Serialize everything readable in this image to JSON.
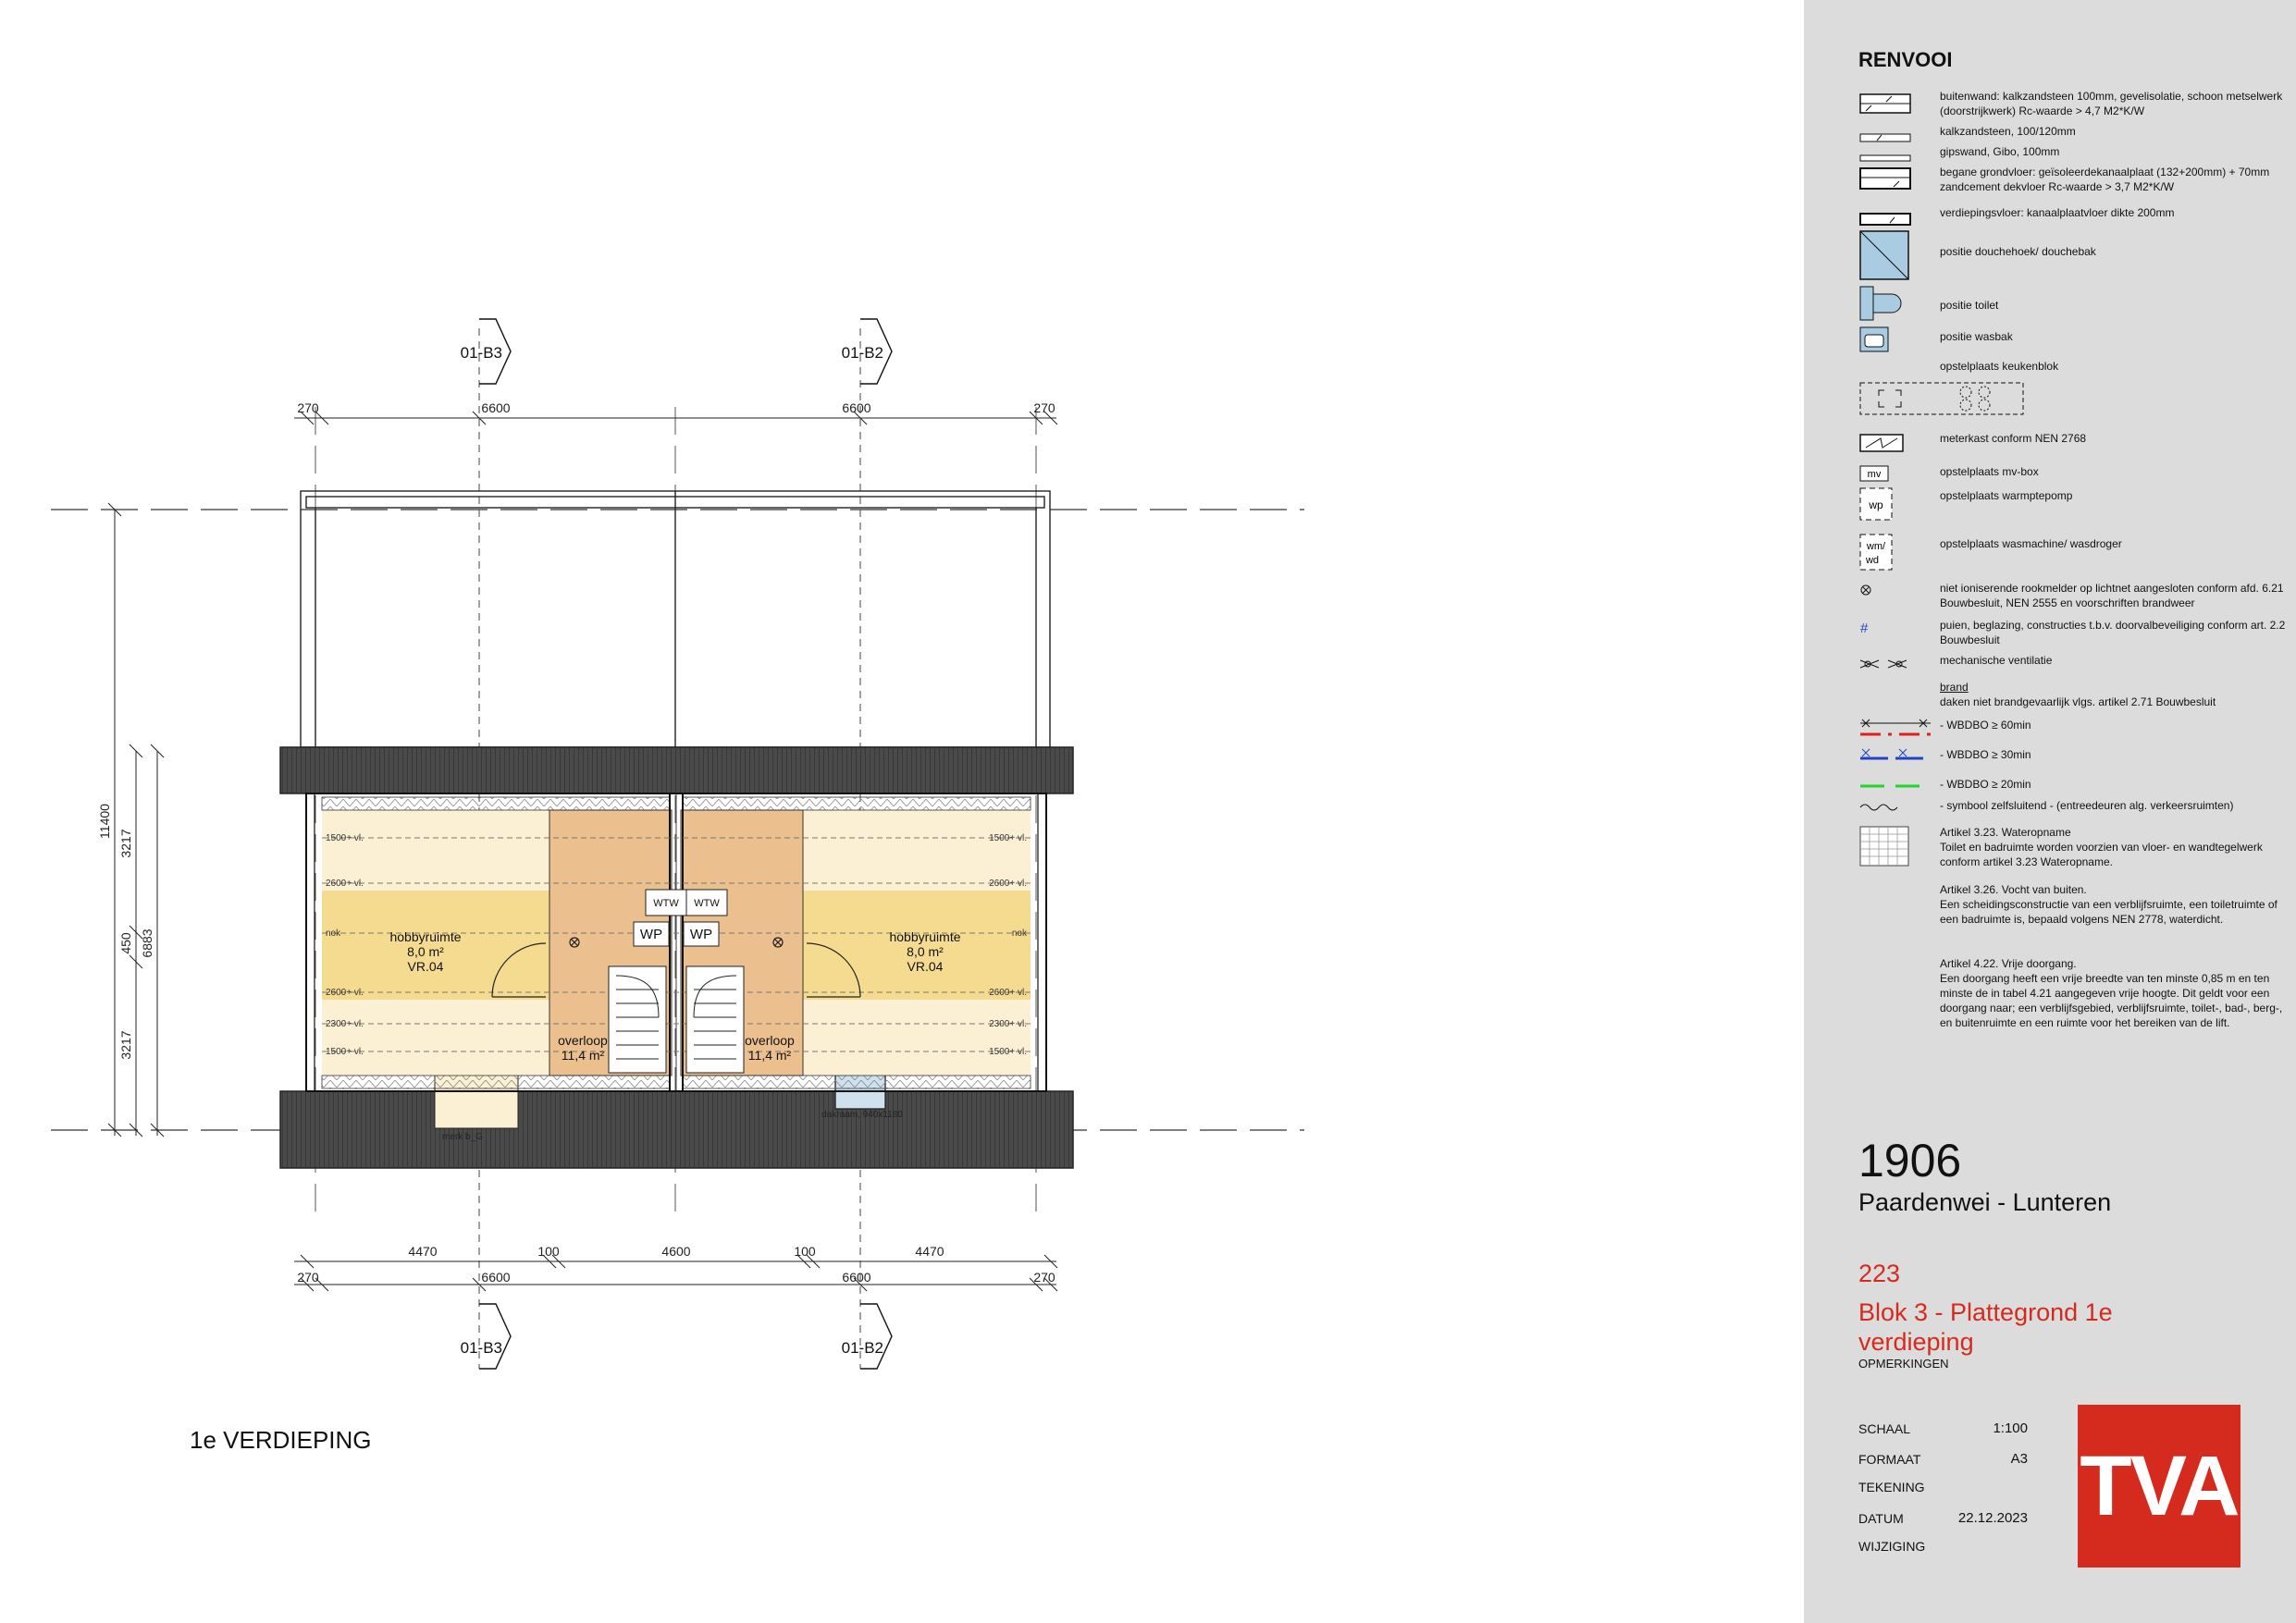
{
  "drawing": {
    "axis_labels": [
      "01-B3",
      "01-B2"
    ],
    "dims_top": [
      "270",
      "6600",
      "6600",
      "270"
    ],
    "dims_bottom_1": [
      "4470",
      "100",
      "4600",
      "100",
      "4470"
    ],
    "dims_bottom_2": [
      "270",
      "6600",
      "6600",
      "270"
    ],
    "dims_vertical": [
      "11400",
      "3217",
      "450",
      "3217",
      "6883"
    ],
    "rooms": [
      {
        "name": "hobbyruimte",
        "area": "8,0 m²",
        "code": "VR.04"
      },
      {
        "name": "hobbyruimte",
        "area": "8,0 m²",
        "code": "VR.04"
      },
      {
        "name": "overloop",
        "area": "11,4 m²"
      },
      {
        "name": "overloop",
        "area": "11,4 m²"
      }
    ],
    "height_lines": [
      "1500+ vl.",
      "2600+ vl.",
      "nok",
      "2600+ vl.",
      "2300+ vl.",
      "1500+ vl."
    ],
    "equipment": [
      "WTW",
      "WTW",
      "WP",
      "WP"
    ],
    "dakraam": "dakraam, 940x1180",
    "merk": "merk b_G",
    "floor_title": "1e VERDIEPING"
  },
  "legend": {
    "title": "RENVOOI",
    "items": [
      "buitenwand: kalkzandsteen 100mm, gevelisolatie, schoon metselwerk (doorstrijkwerk) Rc-waarde > 4,7 M2*K/W",
      "kalkzandsteen, 100/120mm",
      "gipswand, Gibo, 100mm",
      "begane grondvloer: geïsoleerdekanaalplaat (132+200mm) + 70mm zandcement dekvloer Rc-waarde > 3,7 M2*K/W",
      "verdiepingsvloer: kanaalplaatvloer dikte 200mm",
      "positie douchehoek/ douchebak",
      "positie toilet",
      "positie wasbak",
      "opstelplaats keukenblok",
      "meterkast conform NEN 2768",
      "opstelplaats mv-box",
      "opstelplaats warmptepomp",
      "opstelplaats wasmachine/ wasdroger",
      "niet ioniserende rookmelder op lichtnet aangesloten conform afd. 6.21 Bouwbesluit, NEN 2555 en voorschriften brandweer",
      "puien, beglazing, constructies t.b.v. doorvalbeveiliging conform art. 2.2 Bouwbesluit",
      "mechanische ventilatie",
      "brand",
      "daken niet brandgevaarlijk vlgs. artikel 2.71 Bouwbesluit",
      "- WBDBO ≥ 60min",
      "- WBDBO ≥ 30min",
      "- WBDBO ≥ 20min",
      "- symbool zelfsluitend - (entreedeuren alg. verkeersruimten)",
      "Artikel 3.23. Wateropname\nToilet en badruimte worden voorzien van vloer- en wandtegelwerk conform artikel 3.23 Wateropname.",
      "Artikel 3.26. Vocht van buiten.\nEen scheidingsconstructie van een verblijfsruimte, een toiletruimte of een badruimte is, bepaald volgens NEN 2778, waterdicht.",
      "Artikel 4.22. Vrije doorgang.\nEen doorgang heeft een vrije breedte van ten minste 0,85 m en ten minste de in tabel 4.21 aangegeven vrije hoogte. Dit geldt voor een doorgang naar; een verblijfsgebied, verblijfsruimte, toilet-, bad-, berg-, en buitenruimte en een ruimte voor het bereiken van de lift."
    ],
    "symbol_labels": {
      "mv": "mv",
      "wp": "wp",
      "wm": "wm/",
      "wd": "wd"
    }
  },
  "titleblock": {
    "project_number": "1906",
    "project_name": "Paardenwei - Lunteren",
    "drawing_number": "223",
    "drawing_title": "Blok 3 - Plattegrond 1e verdieping",
    "remarks_label": "OPMERKINGEN",
    "fields": [
      {
        "label": "SCHAAL",
        "value": "1:100"
      },
      {
        "label": "FORMAAT",
        "value": "A3"
      },
      {
        "label": "TEKENING",
        "value": ""
      },
      {
        "label": "DATUM",
        "value": "22.12.2023"
      },
      {
        "label": "WIJZIGING",
        "value": ""
      }
    ],
    "logo_text": "TVA"
  },
  "colors": {
    "accent_red": "#d52b1e",
    "hobby_light": "#fcf0d4",
    "hobby_band": "#f5db8f",
    "overloop": "#ebc08e",
    "roof_dark": "#4a4a4a",
    "sidebar": "#dcdcdc"
  }
}
